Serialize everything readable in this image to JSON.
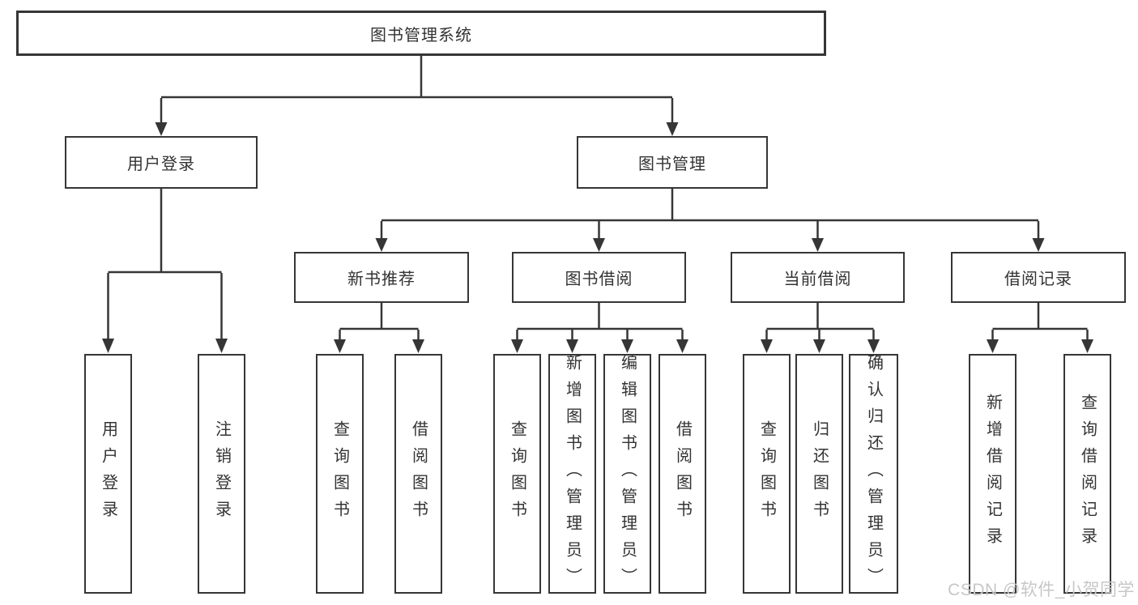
{
  "nodes": {
    "root": "图书管理系统",
    "user_login": "用户登录",
    "book_mgmt": "图书管理",
    "new_book_rec": "新书推荐",
    "book_borrow": "图书借阅",
    "current_borrow": "当前借阅",
    "borrow_record": "借阅记录",
    "leaves": {
      "user_login": [
        "用户登录",
        "注销登录"
      ],
      "new_book_rec": [
        "查询图书",
        "借阅图书"
      ],
      "book_borrow": [
        "查询图书",
        "新增图书（管理员）",
        "编辑图书（管理员）",
        "借阅图书"
      ],
      "current_borrow": [
        "查询图书",
        "归还图书",
        "确认归还（管理员）"
      ],
      "borrow_record": [
        "新增借阅记录",
        "查询借阅记录"
      ]
    }
  },
  "watermark": "CSDN @软件_小贺同学",
  "colors": {
    "line": "#363636",
    "box_border": "#363636",
    "text": "#333333",
    "watermark": "#c7c7c7",
    "background": "#ffffff"
  }
}
